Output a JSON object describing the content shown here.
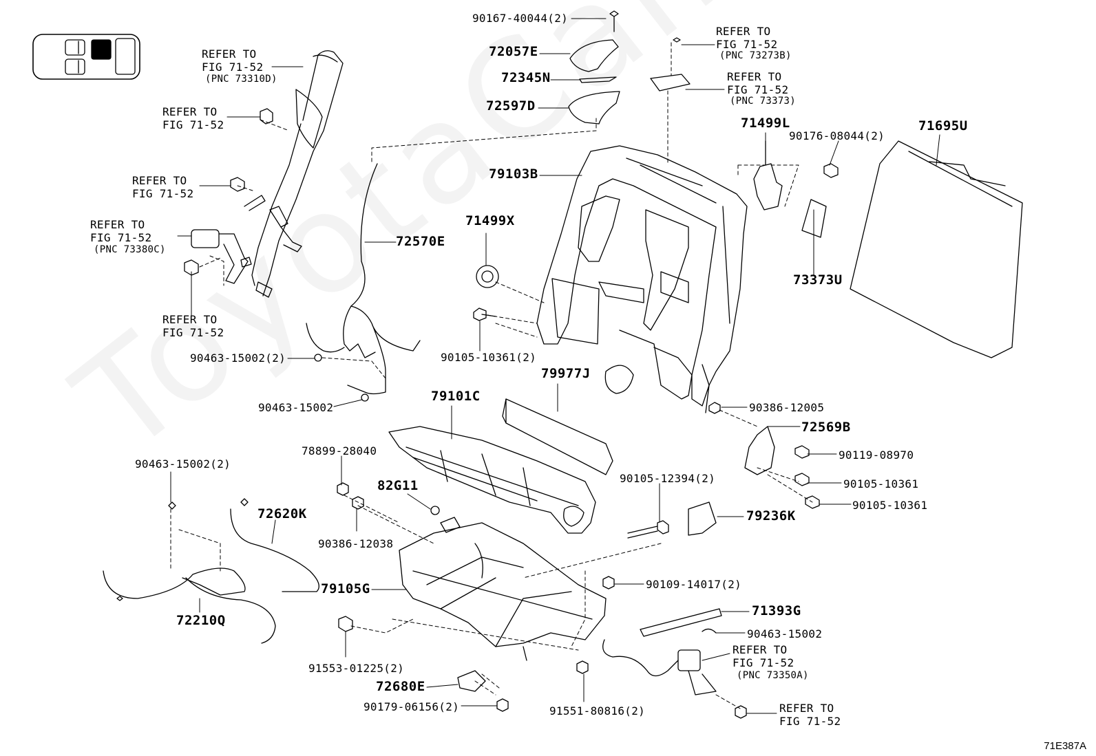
{
  "watermark": "ToyotaCamWorld.ru",
  "figure_code": "71E387A",
  "labels": [
    {
      "id": "l1",
      "text": "90167-40044(2)",
      "cls": "lbl"
    },
    {
      "id": "l2",
      "text": "72057E",
      "cls": "lbl pn"
    },
    {
      "id": "l3",
      "text": "72345N",
      "cls": "lbl pn"
    },
    {
      "id": "l4",
      "text": "72597D",
      "cls": "lbl pn"
    },
    {
      "id": "l5",
      "text": "REFER TO\nFIG 71-52",
      "cls": "lbl"
    },
    {
      "id": "l5b",
      "text": "(PNC 73273B)",
      "cls": "lbl sm"
    },
    {
      "id": "l6",
      "text": "REFER TO\nFIG 71-52",
      "cls": "lbl"
    },
    {
      "id": "l6b",
      "text": "(PNC 73373)",
      "cls": "lbl sm"
    },
    {
      "id": "l7",
      "text": "71499L",
      "cls": "lbl pn"
    },
    {
      "id": "l8",
      "text": "90176-08044(2)",
      "cls": "lbl"
    },
    {
      "id": "l9",
      "text": "71695U",
      "cls": "lbl pn"
    },
    {
      "id": "l10",
      "text": "79103B",
      "cls": "lbl pn"
    },
    {
      "id": "l11",
      "text": "REFER TO\nFIG 71-52",
      "cls": "lbl"
    },
    {
      "id": "l11b",
      "text": "(PNC 73310D)",
      "cls": "lbl sm"
    },
    {
      "id": "l12",
      "text": "REFER TO\nFIG 71-52",
      "cls": "lbl"
    },
    {
      "id": "l13",
      "text": "REFER TO\nFIG 71-52",
      "cls": "lbl"
    },
    {
      "id": "l14",
      "text": "REFER TO\nFIG 71-52",
      "cls": "lbl"
    },
    {
      "id": "l14b",
      "text": "(PNC 73380C)",
      "cls": "lbl sm"
    },
    {
      "id": "l15",
      "text": "REFER TO\nFIG 71-52",
      "cls": "lbl"
    },
    {
      "id": "l16",
      "text": "72570E",
      "cls": "lbl pn"
    },
    {
      "id": "l17",
      "text": "71499X",
      "cls": "lbl pn"
    },
    {
      "id": "l18",
      "text": "73373U",
      "cls": "lbl pn"
    },
    {
      "id": "l19",
      "text": "90105-10361(2)",
      "cls": "lbl"
    },
    {
      "id": "l20",
      "text": "90463-15002(2)",
      "cls": "lbl"
    },
    {
      "id": "l21",
      "text": "79977J",
      "cls": "lbl pn"
    },
    {
      "id": "l22",
      "text": "90463-15002",
      "cls": "lbl"
    },
    {
      "id": "l23",
      "text": "79101C",
      "cls": "lbl pn"
    },
    {
      "id": "l24",
      "text": "90386-12005",
      "cls": "lbl"
    },
    {
      "id": "l25",
      "text": "72569B",
      "cls": "lbl pn"
    },
    {
      "id": "l26",
      "text": "78899-28040",
      "cls": "lbl"
    },
    {
      "id": "l27",
      "text": "90119-08970",
      "cls": "lbl"
    },
    {
      "id": "l28",
      "text": "90463-15002(2)",
      "cls": "lbl"
    },
    {
      "id": "l29",
      "text": "82G11",
      "cls": "lbl pn"
    },
    {
      "id": "l30",
      "text": "90105-12394(2)",
      "cls": "lbl"
    },
    {
      "id": "l31",
      "text": "90105-10361",
      "cls": "lbl"
    },
    {
      "id": "l32",
      "text": "90105-10361",
      "cls": "lbl"
    },
    {
      "id": "l33",
      "text": "72620K",
      "cls": "lbl pn"
    },
    {
      "id": "l34",
      "text": "90386-12038",
      "cls": "lbl"
    },
    {
      "id": "l35",
      "text": "79236K",
      "cls": "lbl pn"
    },
    {
      "id": "l36",
      "text": "90109-14017(2)",
      "cls": "lbl"
    },
    {
      "id": "l37",
      "text": "79105G",
      "cls": "lbl pn"
    },
    {
      "id": "l38",
      "text": "71393G",
      "cls": "lbl pn"
    },
    {
      "id": "l39",
      "text": "72210Q",
      "cls": "lbl pn"
    },
    {
      "id": "l40",
      "text": "90463-15002",
      "cls": "lbl"
    },
    {
      "id": "l41",
      "text": "REFER TO\nFIG 71-52",
      "cls": "lbl"
    },
    {
      "id": "l41b",
      "text": "(PNC 73350A)",
      "cls": "lbl sm"
    },
    {
      "id": "l42",
      "text": "91553-01225(2)",
      "cls": "lbl"
    },
    {
      "id": "l43",
      "text": "72680E",
      "cls": "lbl pn"
    },
    {
      "id": "l44",
      "text": "90179-06156(2)",
      "cls": "lbl"
    },
    {
      "id": "l45",
      "text": "91551-80816(2)",
      "cls": "lbl"
    },
    {
      "id": "l46",
      "text": "REFER TO\nFIG 71-52",
      "cls": "lbl"
    }
  ]
}
